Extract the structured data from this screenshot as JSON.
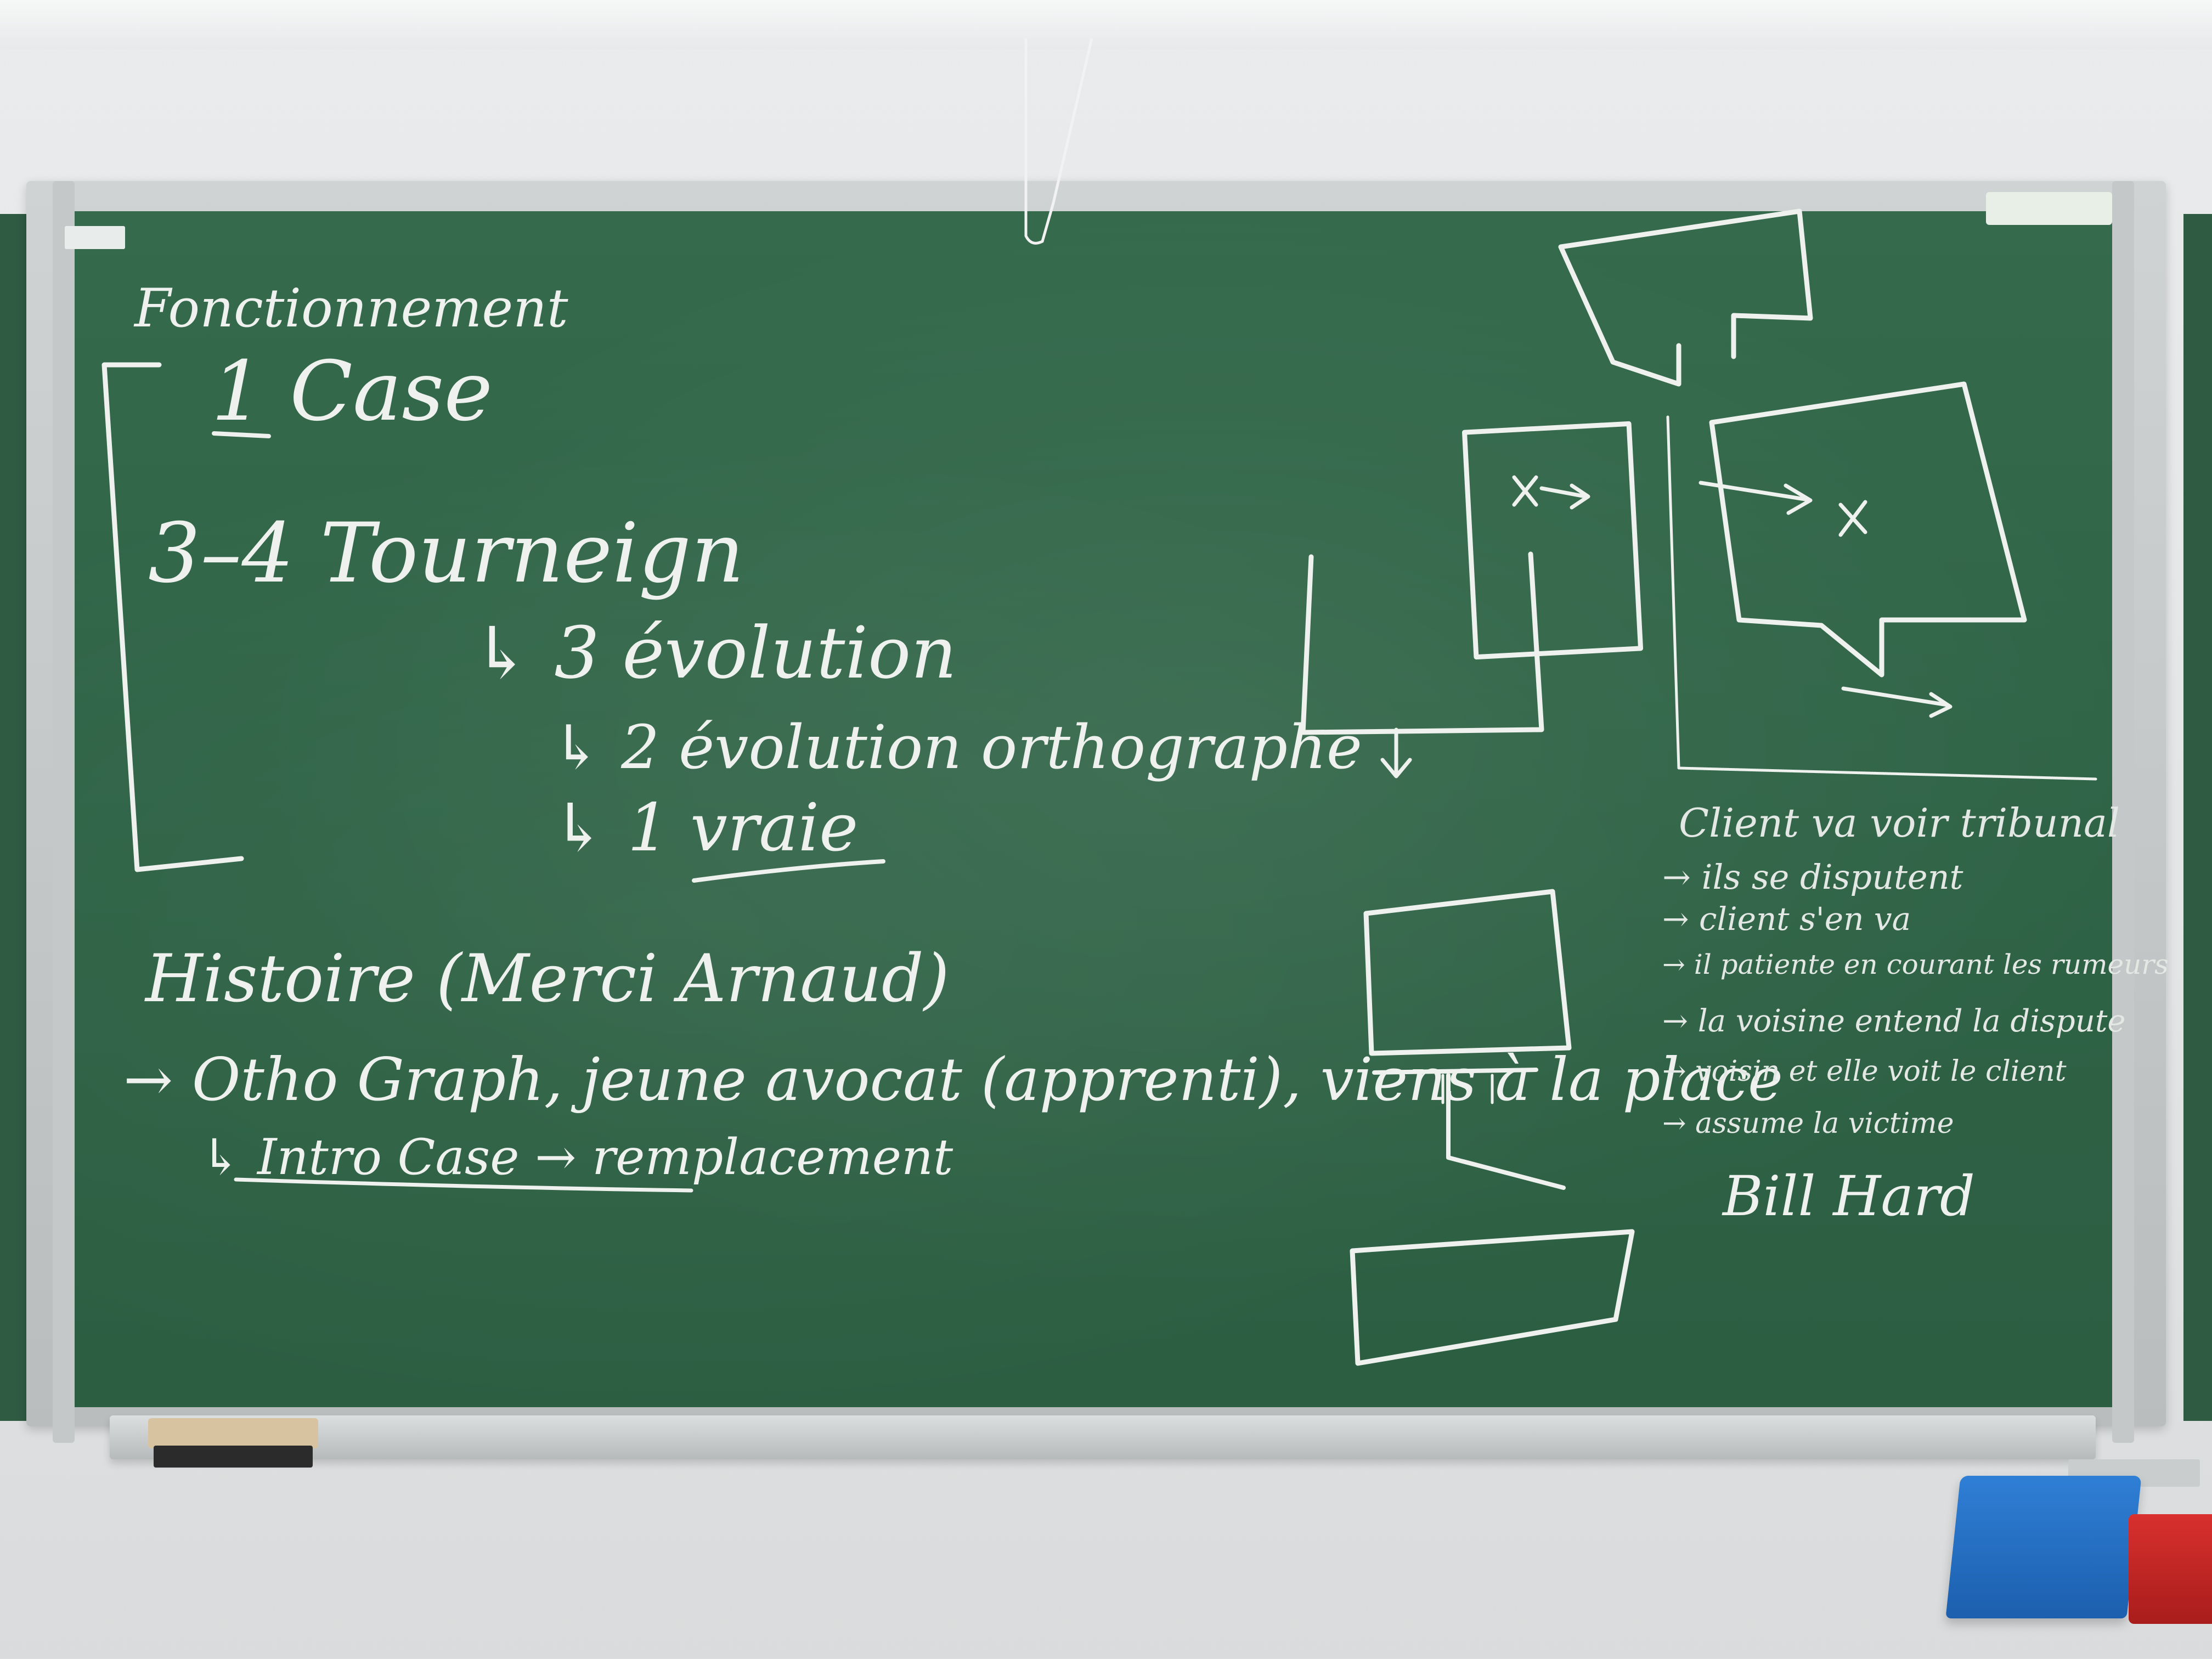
{
  "board": {
    "heading": "Fonctionnement",
    "line_1case": "1 Case",
    "line_tourneign": "3–4 Tourneign",
    "line_3evolution": "↳ 3 évolution",
    "line_2evolution": "↳ 2 évolution orthographe",
    "line_1vraie": "↳ 1 vraie",
    "histoire_title": "Histoire (Merci Arnaud)",
    "histoire_line1": "→ Otho Graph, jeune avocat (apprenti), viens à la place",
    "histoire_line2": "↳ Intro Case → remplacement",
    "right_notes": [
      "Client va voir tribunal",
      "→ ils se disputent",
      "→ client s'en va",
      "→ il patiente en courant les rumeurs",
      "→ la voisine entend la dispute",
      "→ voisin et elle voit le client",
      "→ assume la victime"
    ],
    "signature": "Bill Hard"
  },
  "colors": {
    "chalkboard": "#2f6346",
    "chalk": "#eef1ee",
    "frame": "#c4c8c8",
    "wall": "#e5e7e8",
    "bin_blue": "#2a74c9",
    "bin_red": "#c62826"
  }
}
